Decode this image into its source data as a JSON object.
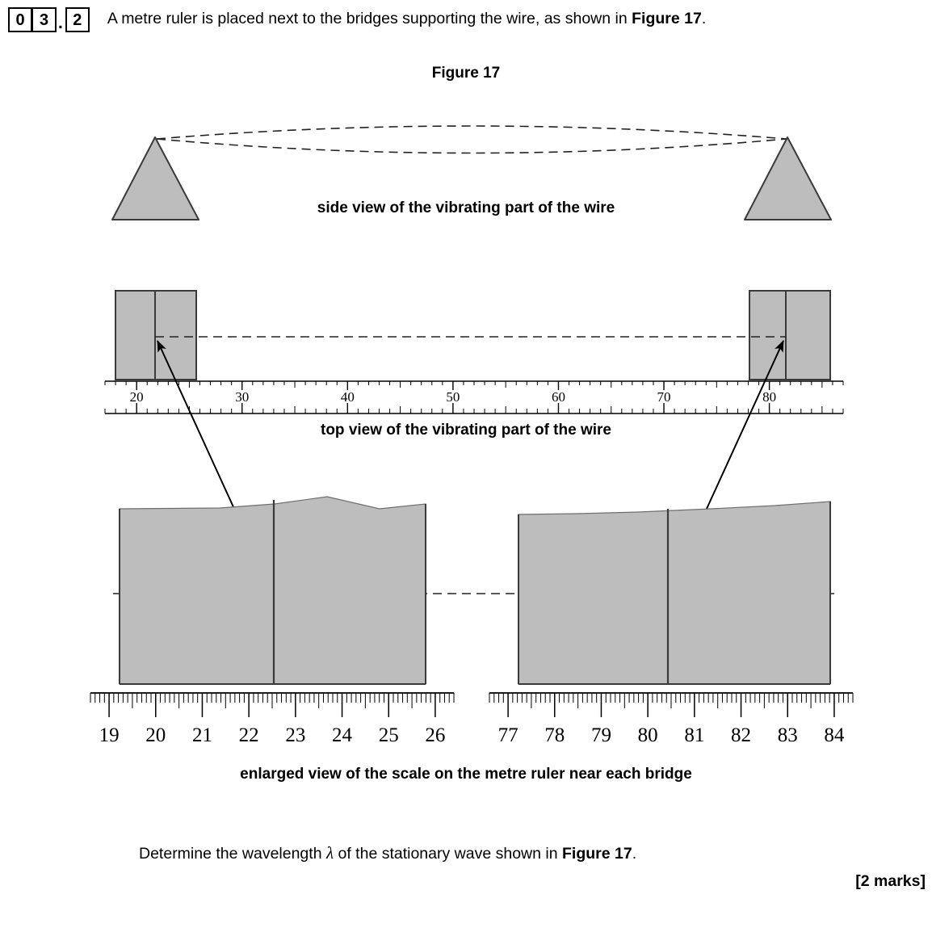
{
  "question": {
    "number_digits": [
      "0",
      "3",
      "2"
    ],
    "separator": ".",
    "stem_before": "A metre ruler is placed next to the bridges supporting the wire, as shown in ",
    "stem_bold": "Figure 17",
    "stem_after": "."
  },
  "figure": {
    "title": "Figure 17",
    "captions": {
      "side_view": "side view of the vibrating part of the wire",
      "top_view": "top view of the vibrating part of the wire",
      "enlarged_view": "enlarged view of the scale on the metre ruler near each bridge"
    },
    "colors": {
      "fill_grey": "#bdbdbd",
      "outline": "#3a3a3a",
      "line_black": "#000000",
      "text": "#000000"
    },
    "top_ruler": {
      "tick_labels": [
        "20",
        "30",
        "40",
        "50",
        "60",
        "70",
        "80"
      ],
      "range_start": 17,
      "range_end": 87,
      "minor_per_unit": 1
    },
    "enlarged_left": {
      "tick_labels": [
        "19",
        "20",
        "21",
        "22",
        "23",
        "24",
        "25",
        "26"
      ],
      "range_start": 18.6,
      "range_end": 26.4,
      "bridge_edge_reading": 22.6
    },
    "enlarged_right": {
      "tick_labels": [
        "77",
        "78",
        "79",
        "80",
        "81",
        "82",
        "83",
        "84"
      ],
      "range_start": 76.6,
      "range_end": 84.4,
      "bridge_edge_reading": 80.4
    }
  },
  "task": {
    "text_before": "Determine the wavelength ",
    "symbol": "λ",
    "text_after_before_bold": " of the stationary wave shown in ",
    "bold": "Figure 17",
    "text_end": ".",
    "marks": "[2 marks]"
  }
}
